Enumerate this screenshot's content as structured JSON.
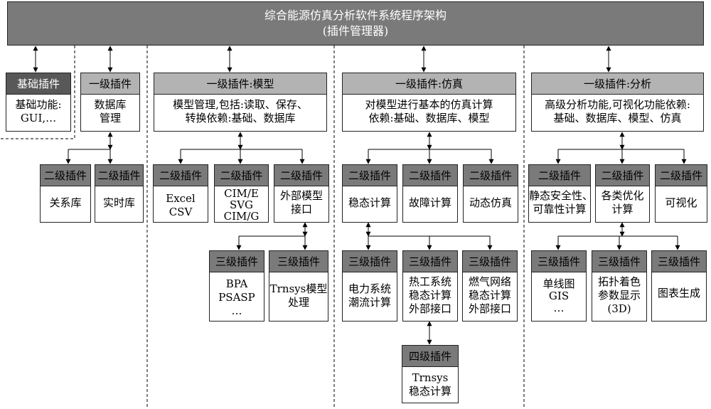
{
  "title": {
    "line1": "综合能源仿真分析软件系统程序架构",
    "line2": "(插件管理器)"
  },
  "base_plugin": {
    "header": "基础插件",
    "lines": [
      "基础功能:",
      "GUI,…"
    ]
  },
  "db_plugin": {
    "header": "一级插件",
    "lines": [
      "数据库",
      "管理"
    ]
  },
  "db_children": [
    {
      "header": "二级插件",
      "lines": [
        "关系库"
      ]
    },
    {
      "header": "二级插件",
      "lines": [
        "实时库"
      ]
    }
  ],
  "model_plugin": {
    "header": "一级插件:模型",
    "lines": [
      "模型管理,包括:读取、保存、",
      "转换依赖:基础、数据库"
    ]
  },
  "model_children": [
    {
      "header": "二级插件",
      "lines": [
        "Excel",
        "CSV"
      ]
    },
    {
      "header": "二级插件",
      "lines": [
        "CIM/E",
        "SVG",
        "CIM/G"
      ]
    },
    {
      "header": "二级插件",
      "lines": [
        "外部模型",
        "接口"
      ]
    }
  ],
  "model_grandchildren": [
    {
      "header": "三级插件",
      "lines": [
        "BPA",
        "PSASP",
        "…"
      ]
    },
    {
      "header": "三级插件",
      "lines": [
        "Trnsys模型",
        "处理"
      ]
    }
  ],
  "sim_plugin": {
    "header": "一级插件:仿真",
    "lines": [
      "对模型进行基本的仿真计算",
      "依赖:基础、数据库、模型"
    ]
  },
  "sim_children": [
    {
      "header": "二级插件",
      "lines": [
        "稳态计算"
      ]
    },
    {
      "header": "二级插件",
      "lines": [
        "故障计算"
      ]
    },
    {
      "header": "二级插件",
      "lines": [
        "动态仿真"
      ]
    }
  ],
  "sim_grandchildren": [
    {
      "header": "三级插件",
      "lines": [
        "电力系统",
        "潮流计算"
      ]
    },
    {
      "header": "三级插件",
      "lines": [
        "热工系统",
        "稳态计算",
        "外部接口"
      ]
    },
    {
      "header": "三级插件",
      "lines": [
        "燃气网络",
        "稳态计算",
        "外部接口"
      ]
    }
  ],
  "sim_level4": {
    "header": "四级插件",
    "lines": [
      "Trnsys",
      "稳态计算"
    ]
  },
  "ana_plugin": {
    "header": "一级插件:分析",
    "lines": [
      "高级分析功能,可视化功能依赖:",
      "基础、数据库、模型、仿真"
    ]
  },
  "ana_children": [
    {
      "header": "二级插件",
      "lines": [
        "静态安全性、",
        "可靠性计算"
      ]
    },
    {
      "header": "二级插件",
      "lines": [
        "各类优化",
        "计算"
      ]
    },
    {
      "header": "二级插件",
      "lines": [
        "可视化"
      ]
    }
  ],
  "ana_grandchildren": [
    {
      "header": "三级插件",
      "lines": [
        "单线图",
        "GIS",
        "…"
      ]
    },
    {
      "header": "三级插件",
      "lines": [
        "拓扑着色",
        "参数显示",
        "(3D)"
      ]
    },
    {
      "header": "三级插件",
      "lines": [
        "图表生成"
      ]
    }
  ]
}
